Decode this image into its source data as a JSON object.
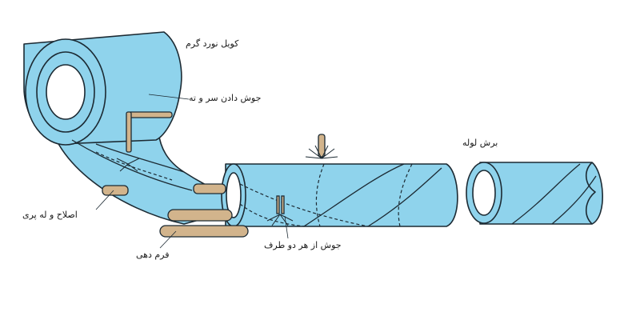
{
  "labels": {
    "hot_rolled_coil": "کویل نورد گرم",
    "end_welding": "جوش دادن سر و ته",
    "straightening_edges": "اصلاح و له پری",
    "forming": "فرم دهی",
    "welding_both_sides": "جوش از هر دو طرف",
    "pipe_cutting": "برش لوله"
  },
  "colors": {
    "pipe_fill": "#8fd3ec",
    "outline": "#1c2a33",
    "brass": "#d2b48c",
    "seam": "#1c2a33"
  }
}
